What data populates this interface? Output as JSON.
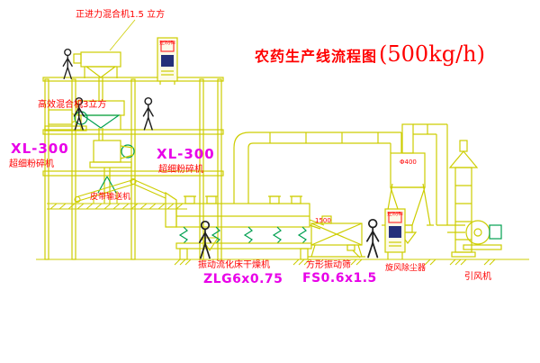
{
  "drawing": {
    "title": "农药生产线流程图",
    "capacity": "(500kg/h)"
  },
  "equipment_labels": {
    "top_mixer": "正进力混合机1.5 立方",
    "high_mixer": "高效混合机3立方",
    "mill_left": {
      "model": "XL-300",
      "name": "超细粉碎机"
    },
    "mill_center": {
      "model": "XL-300",
      "name": "超细粉碎机"
    },
    "belt_conveyor": "皮带输送机",
    "dryer": {
      "name": "振动流化床干燥机",
      "model": "ZLG6x0.75"
    },
    "screen": {
      "name": "方形振动筛",
      "model": "FS0.6x1.5",
      "dim": "1500"
    },
    "cyclone": {
      "name": "旋风除尘器",
      "dim": "Φ400"
    },
    "fan": {
      "name": "引风机"
    },
    "cabinet_top": "控制柜",
    "cabinet_right": "控制柜"
  },
  "colors": {
    "line_yellow": "#cdcd00",
    "line_green": "#00a050",
    "text_red": "#ff0000",
    "text_magenta": "#e800e8",
    "panel_blue": "#25307a",
    "person_black": "#1f1f1f",
    "background": "#ffffff"
  }
}
